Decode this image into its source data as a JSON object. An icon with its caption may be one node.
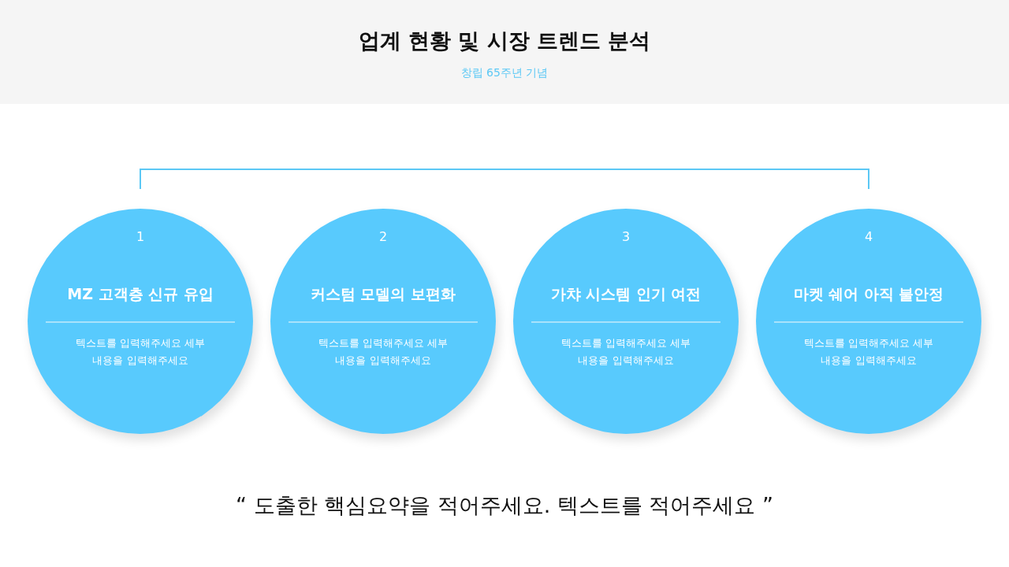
{
  "diagram": {
    "title": "업계 현황 및 시장 트렌드 분석",
    "nodes": [
      {
        "text": [
          "1",
          "MZ 고객층 신규 유입",
          "텍스트를 입력해주세요 세부 내용을 입력해주세요"
        ]
      },
      {
        "text": [
          "2",
          "커스텀 모델의 보편화",
          "텍스트를 입력해주세요 세부 내용을 입력해주세요"
        ]
      },
      {
        "text": [
          "3",
          "가챠 시스템 인기 여전",
          "텍스트를 입력해주세요 세부 내용을 입력해주세요"
        ]
      },
      {
        "text": [
          "4",
          "마켓 쉐어 아직 불안정",
          "텍스트를 입력해주세요 세부 내용을 입력해주세요"
        ]
      }
    ],
    "labels": [
      "창립 65주년 기념",
      "“ 도출한 핵심요약을 적어주세요. 텍스트를 적어주세요 ”"
    ]
  }
}
